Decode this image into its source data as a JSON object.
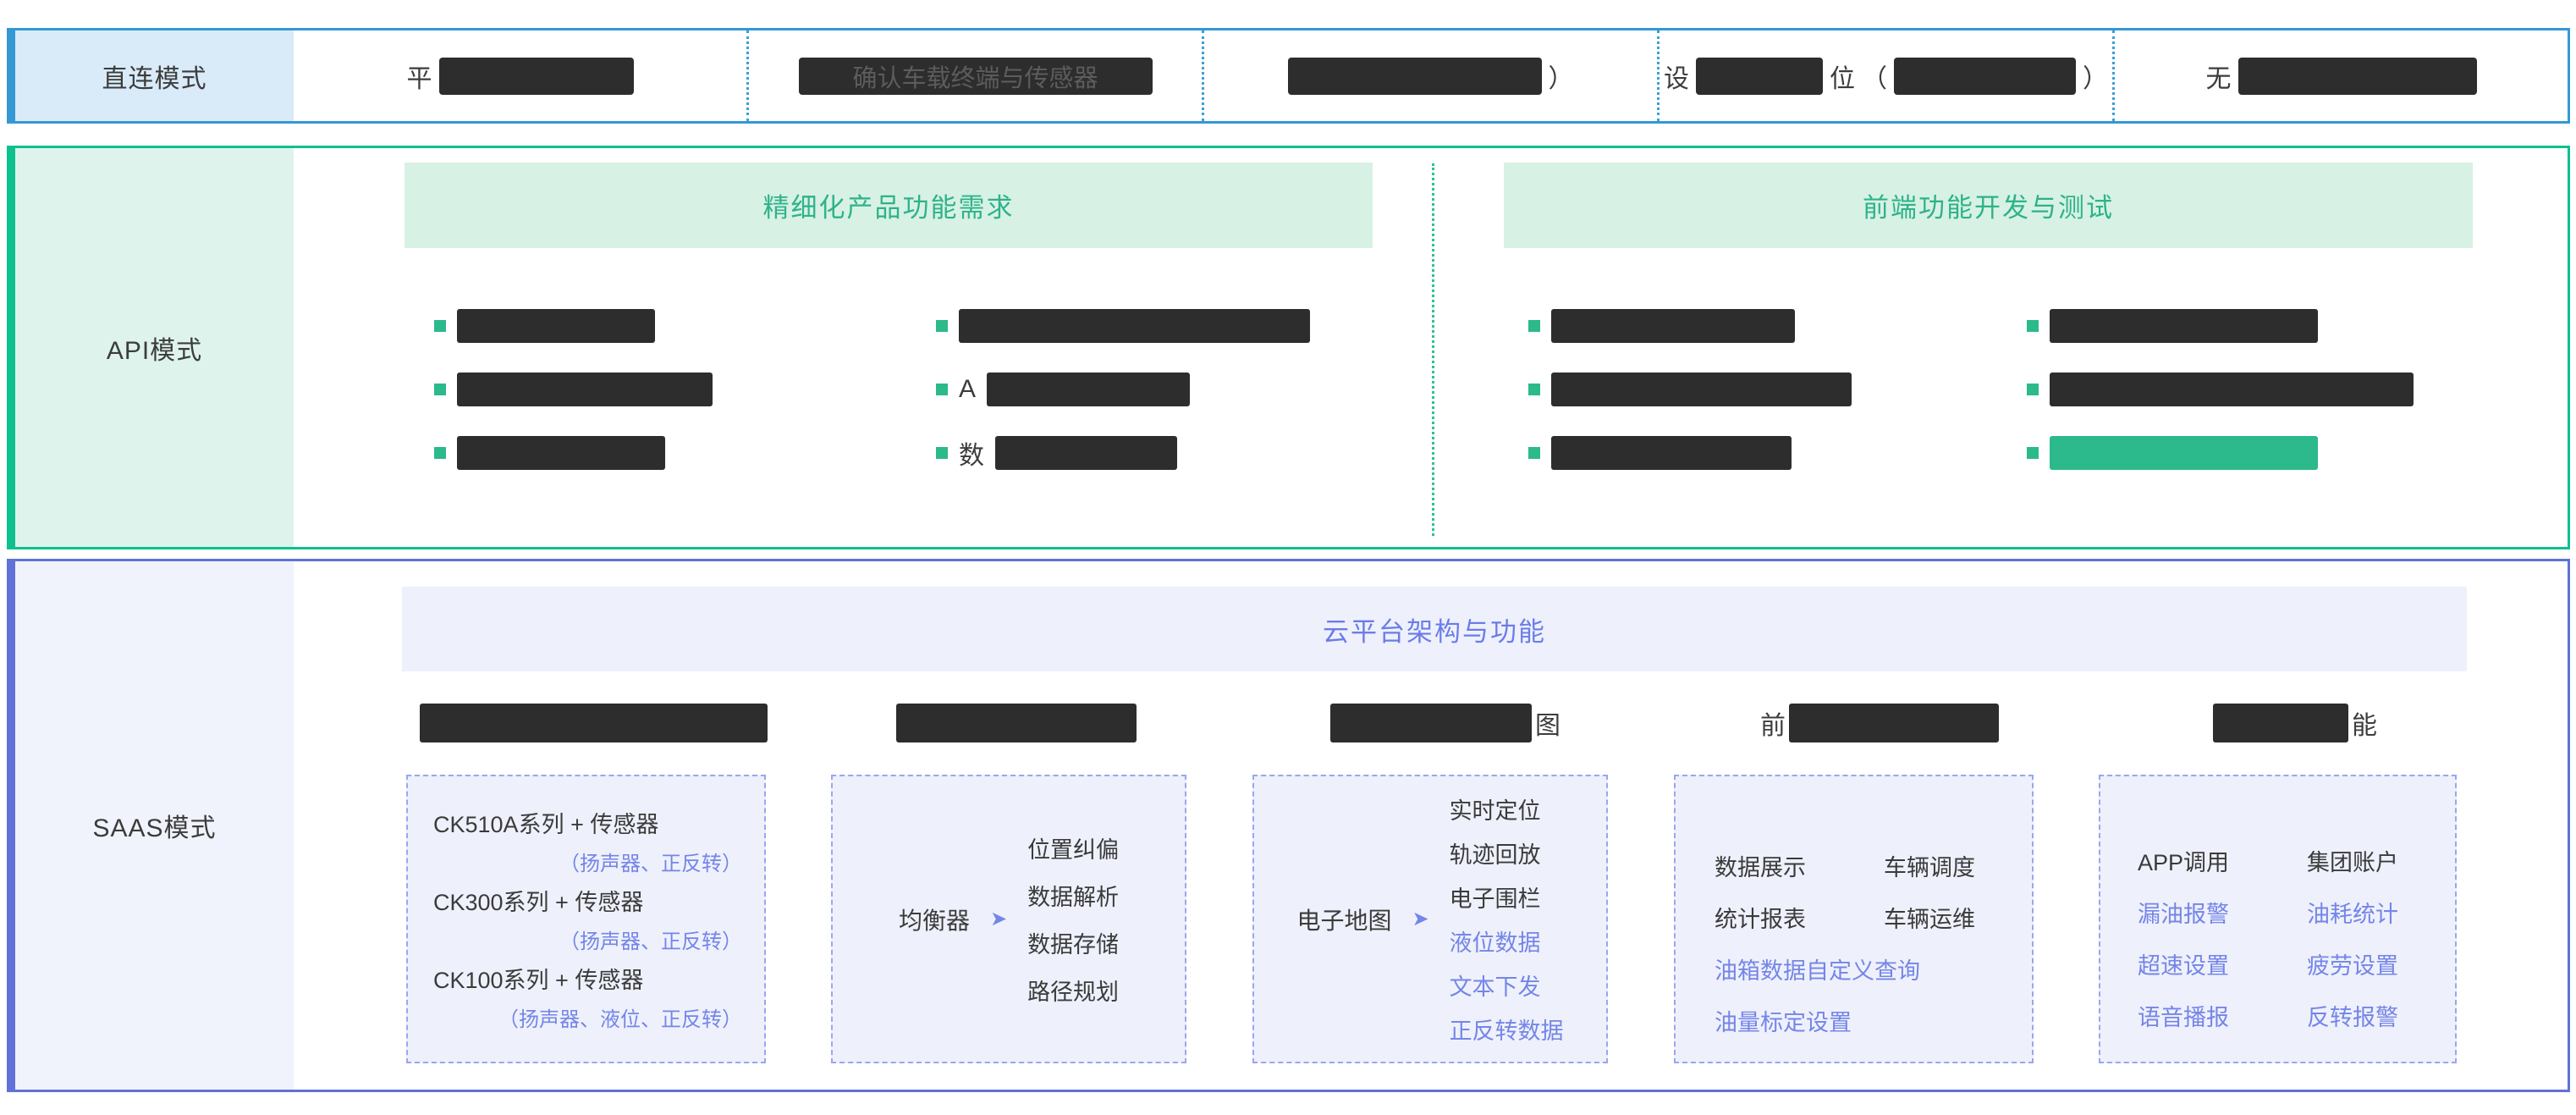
{
  "colors": {
    "direct_border": "#3598d4",
    "direct_label_bg": "#d9eaf8",
    "direct_separator": "#3b9fd8",
    "api_border": "#0ec08d",
    "api_label_bg": "#def3ec",
    "api_band_bg": "#d8f1e5",
    "api_heading_text": "#2db38a",
    "bullet_green": "#2cb98c",
    "saas_border": "#6072d6",
    "saas_label_bg": "#f0f3fc",
    "saas_band_bg": "#eef1fb",
    "saas_heading_text": "#6c7ce8",
    "saas_blue_text": "#7585e8",
    "dark_text": "#3d3d3d",
    "redaction_bar": "#2d2d2d"
  },
  "direct_mode": {
    "label": "直连模式",
    "cells": [
      {
        "redacted": true,
        "prefix": "平"
      },
      {
        "redacted": true,
        "overlay": "确认车载终端与传感器"
      },
      {
        "redacted": true,
        "suffix": "）"
      },
      {
        "redacted": true,
        "prefix": "设",
        "mid": "位",
        "open": "（",
        "close": "）"
      },
      {
        "redacted": true,
        "prefix": "无"
      }
    ]
  },
  "api_mode": {
    "label": "API模式",
    "headings": [
      "精细化产品功能需求",
      "前端功能开发与测试"
    ],
    "columns": [
      {
        "items": [
          {
            "redacted": true
          },
          {
            "redacted": true
          },
          {
            "redacted": true
          }
        ]
      },
      {
        "items": [
          {
            "redacted": true
          },
          {
            "redacted": true,
            "prefix": "A"
          },
          {
            "redacted": true,
            "prefix": "数"
          }
        ]
      },
      {
        "items": [
          {
            "redacted": true
          },
          {
            "redacted": true
          },
          {
            "redacted": true
          }
        ]
      },
      {
        "items": [
          {
            "redacted": true
          },
          {
            "redacted": true
          },
          {
            "redacted": true,
            "highlight": "green"
          }
        ]
      }
    ]
  },
  "saas_mode": {
    "label": "SAAS模式",
    "heading": "云平台架构与功能",
    "column_headers": [
      {
        "redacted": true
      },
      {
        "redacted": true
      },
      {
        "redacted": true,
        "suffix": "图"
      },
      {
        "redacted": true,
        "prefix": "前"
      },
      {
        "redacted": true,
        "suffix": "能"
      }
    ],
    "boxes": {
      "devices": {
        "lines": [
          {
            "text": "CK510A系列 + 传感器",
            "style": "dark"
          },
          {
            "text": "（扬声器、正反转）",
            "style": "blue"
          },
          {
            "text": "CK300系列 + 传感器",
            "style": "dark"
          },
          {
            "text": "（扬声器、正反转）",
            "style": "blue"
          },
          {
            "text": "CK100系列 + 传感器",
            "style": "dark"
          },
          {
            "text": "（扬声器、液位、正反转）",
            "style": "blue"
          }
        ]
      },
      "equalizer": {
        "source": "均衡器",
        "arrow": "➤",
        "items": [
          {
            "text": "位置纠偏",
            "style": "dark"
          },
          {
            "text": "数据解析",
            "style": "dark"
          },
          {
            "text": "数据存储",
            "style": "dark"
          },
          {
            "text": "路径规划",
            "style": "dark"
          }
        ]
      },
      "map": {
        "source": "电子地图",
        "arrow": "➤",
        "items": [
          {
            "text": "实时定位",
            "style": "dark"
          },
          {
            "text": "轨迹回放",
            "style": "dark"
          },
          {
            "text": "电子围栏",
            "style": "dark"
          },
          {
            "text": "液位数据",
            "style": "blue"
          },
          {
            "text": "文本下发",
            "style": "blue"
          },
          {
            "text": "正反转数据",
            "style": "blue"
          }
        ]
      },
      "platform": {
        "rows": [
          [
            {
              "text": "数据展示",
              "style": "dark"
            },
            {
              "text": "车辆调度",
              "style": "dark"
            }
          ],
          [
            {
              "text": "统计报表",
              "style": "dark"
            },
            {
              "text": "车辆运维",
              "style": "dark"
            }
          ]
        ],
        "full_rows": [
          {
            "text": "油箱数据自定义查询",
            "style": "blue"
          },
          {
            "text": "油量标定设置",
            "style": "blue"
          }
        ]
      },
      "features": {
        "rows": [
          [
            {
              "text": "APP调用",
              "style": "dark"
            },
            {
              "text": "集团账户",
              "style": "dark"
            }
          ],
          [
            {
              "text": "漏油报警",
              "style": "blue"
            },
            {
              "text": "油耗统计",
              "style": "blue"
            }
          ],
          [
            {
              "text": "超速设置",
              "style": "blue"
            },
            {
              "text": "疲劳设置",
              "style": "blue"
            }
          ],
          [
            {
              "text": "语音播报",
              "style": "blue"
            },
            {
              "text": "反转报警",
              "style": "blue"
            }
          ]
        ]
      }
    }
  }
}
